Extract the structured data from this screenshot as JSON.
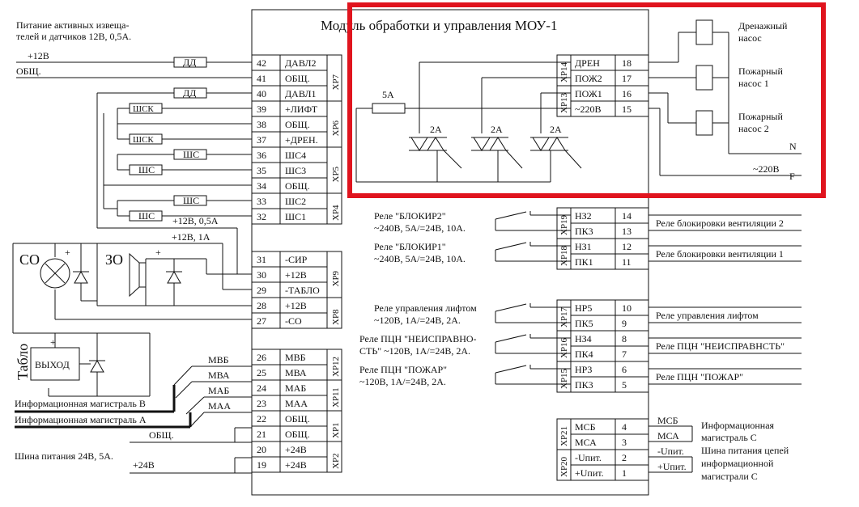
{
  "title": "Модуль обработки и управления МОУ-1",
  "left": {
    "power_active": "Питание активных извеща-",
    "power_active2": "телей и датчиков 12В, 0,5А.",
    "p12": "+12В",
    "common": "ОБЩ.",
    "dd": "ДД",
    "shsk": "ШСК",
    "shs": "ШС",
    "v12_05": "+12В, 0,5А",
    "v12_1": "+12В, 1А",
    "co": "СО",
    "zo": "ЗО",
    "plus": "+",
    "tablo": "Табло",
    "vyhod": "ВЫХОД",
    "mvb": "МВБ",
    "mva": "МВА",
    "mab": "МАБ",
    "maa": "МАА",
    "info_b": "Информационная магистраль В",
    "info_a": "Информационная магистраль А",
    "bus24": "Шина питания 24В, 5А.",
    "p24": "+24В"
  },
  "left_rows": [
    {
      "n": "42",
      "s": "ДАВЛ2"
    },
    {
      "n": "41",
      "s": "ОБЩ."
    },
    {
      "n": "40",
      "s": "ДАВЛ1"
    },
    {
      "n": "39",
      "s": "+ЛИФТ"
    },
    {
      "n": "38",
      "s": "ОБЩ."
    },
    {
      "n": "37",
      "s": "+ДРЕН."
    },
    {
      "n": "36",
      "s": "ШС4"
    },
    {
      "n": "35",
      "s": "ШС3"
    },
    {
      "n": "34",
      "s": "ОБЩ."
    },
    {
      "n": "33",
      "s": "ШС2"
    },
    {
      "n": "32",
      "s": "ШС1"
    },
    {
      "n": "31",
      "s": "-СИР"
    },
    {
      "n": "30",
      "s": "+12В"
    },
    {
      "n": "29",
      "s": "-ТАБЛО"
    },
    {
      "n": "28",
      "s": "+12В"
    },
    {
      "n": "27",
      "s": "-СО"
    },
    {
      "n": "26",
      "s": "МВБ"
    },
    {
      "n": "25",
      "s": "МВА"
    },
    {
      "n": "24",
      "s": "МАБ"
    },
    {
      "n": "23",
      "s": "МАА"
    },
    {
      "n": "22",
      "s": "ОБЩ."
    },
    {
      "n": "21",
      "s": "ОБЩ."
    },
    {
      "n": "20",
      "s": "+24В"
    },
    {
      "n": "19",
      "s": "+24В"
    }
  ],
  "left_xp": [
    "ХР7",
    "ХР6",
    "ХР5",
    "ХР4",
    "ХР9",
    "ХР8",
    "ХР12",
    "ХР11",
    "ХР1",
    "ХР2"
  ],
  "top_right": {
    "fuse": "5А",
    "triac": "2А",
    "xp14": "ХР14",
    "xp13": "ХР13",
    "rows": [
      {
        "s": "ДРЕН",
        "n": "18"
      },
      {
        "s": "ПОЖ2",
        "n": "17"
      },
      {
        "s": "ПОЖ1",
        "n": "16"
      },
      {
        "s": "~220В",
        "n": "15"
      }
    ],
    "drain": "Дренажный",
    "drain2": "насос",
    "fire1": "Пожарный",
    "fire1b": "насос 1",
    "fire2": "Пожарный",
    "fire2b": "насос 2",
    "n": "N",
    "v220": "~220В",
    "f": "F"
  },
  "relays": [
    {
      "xp": "ХР19",
      "r1": {
        "s": "НЗ2",
        "n": "14"
      },
      "r2": {
        "s": "ПК3",
        "n": "13"
      },
      "left1": "Реле \"БЛОКИР2\"",
      "left2": "~240В, 5А/=24В, 10А.",
      "right": "Реле блокировки вентиляции 2"
    },
    {
      "xp": "ХР18",
      "r1": {
        "s": "НЗ1",
        "n": "12"
      },
      "r2": {
        "s": "ПК1",
        "n": "11"
      },
      "left1": "Реле \"БЛОКИР1\"",
      "left2": "~240В, 5А/=24В, 10А.",
      "right": "Реле блокировки вентиляции 1"
    },
    {
      "xp": "ХР17",
      "r1": {
        "s": "НР5",
        "n": "10"
      },
      "r2": {
        "s": "ПК5",
        "n": "9"
      },
      "left1": "Реле управления лифтом",
      "left2": "~120В, 1А/=24В, 2А.",
      "right": "Реле управления лифтом"
    },
    {
      "xp": "ХР16",
      "r1": {
        "s": "НЗ4",
        "n": "8"
      },
      "r2": {
        "s": "ПК4",
        "n": "7"
      },
      "left1": "Реле ПЦН \"НЕИСПРАВНО-",
      "left2": "СТЬ\" ~120В, 1А/=24В, 2А.",
      "right": "Реле ПЦН \"НЕИСПРАВНСТЬ\""
    },
    {
      "xp": "ХР15",
      "r1": {
        "s": "НР3",
        "n": "6"
      },
      "r2": {
        "s": "ПК3",
        "n": "5"
      },
      "left1": "Реле ПЦН \"ПОЖАР\"",
      "left2": "~120В, 1А/=24В, 2А.",
      "right": "Реле ПЦН \"ПОЖАР\""
    }
  ],
  "bottom_right": {
    "xp21": "ХР21",
    "xp20": "ХР20",
    "rows": [
      {
        "s": "МСБ",
        "n": "4"
      },
      {
        "s": "МСА",
        "n": "3"
      },
      {
        "s": "-Uпит.",
        "n": "2"
      },
      {
        "s": "+Uпит.",
        "n": "1"
      }
    ],
    "ext": [
      "МСБ",
      "МСА",
      "-Uпит.",
      "+Uпит."
    ],
    "info_c1": "Информационная",
    "info_c2": "магистраль С",
    "info_c3": "Шина питания цепей",
    "info_c4": "информационной",
    "info_c5": "магистрали С"
  },
  "highlight_color": "#e0141e"
}
